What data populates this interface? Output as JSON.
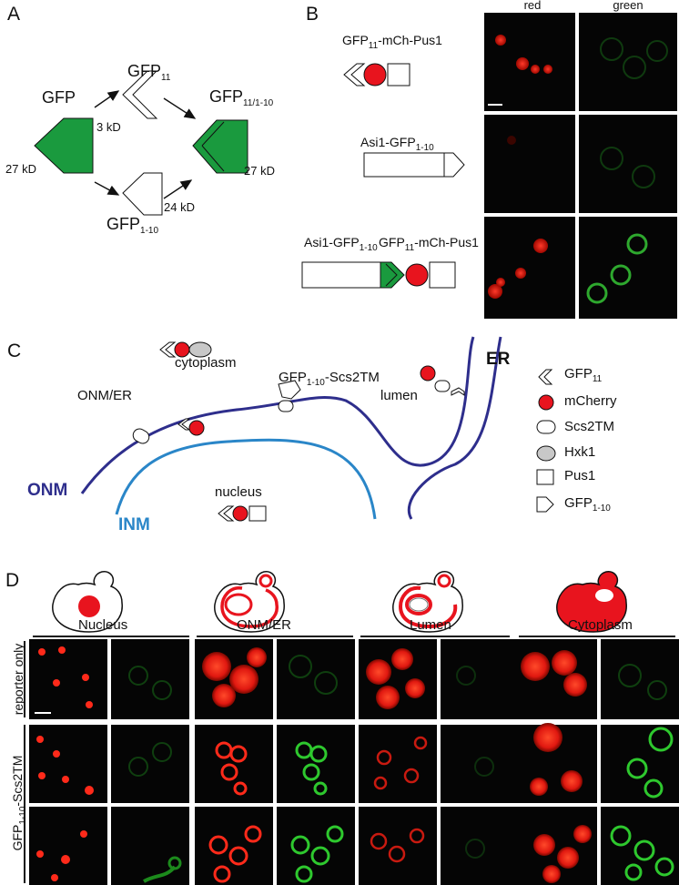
{
  "panels": {
    "a": "A",
    "b": "B",
    "c": "C",
    "d": "D"
  },
  "colors": {
    "gfp_green": "#1a9a3e",
    "mcherry_red": "#e8141e",
    "onm_blue": "#2e2e8c",
    "inm_blue": "#2a86c8",
    "hxk_gray": "#c8c8c8",
    "micro_red": "#ff2a1a",
    "micro_green": "#3ccf3c"
  },
  "panel_a": {
    "gfp_label": "GFP",
    "gfp_kd": "27 kD",
    "gfp11_main": "GFP",
    "gfp11_sub": "11",
    "gfp11_kd": "3 kD",
    "gfp110_main": "GFP",
    "gfp110_sub": "1-10",
    "gfp110_kd": "24 kD",
    "combined_main": "GFP",
    "combined_sub": "11/1-10",
    "combined_kd": "27 kD"
  },
  "panel_b": {
    "col_red": "red",
    "col_green": "green",
    "row1_main": "GFP",
    "row1_sub": "11",
    "row1_rest": "-mCh-Pus1",
    "row2_main": "Asi1-GFP",
    "row2_sub": "1-10",
    "row3a_main": "Asi1-GFP",
    "row3a_sub": "1-10",
    "row3b_main": "GFP",
    "row3b_sub": "11",
    "row3b_rest": "-mCh-Pus1"
  },
  "panel_c": {
    "cytoplasm": "cytoplasm",
    "onm_er": "ONM/ER",
    "scs_main": "GFP",
    "scs_sub": "1-10",
    "scs_rest": "-Scs2TM",
    "lumen": "lumen",
    "er": "ER",
    "onm": "ONM",
    "inm": "INM",
    "nucleus": "nucleus",
    "legend": [
      {
        "icon": "gfp11-chevron-icon",
        "main": "GFP",
        "sub": "11"
      },
      {
        "icon": "mcherry-circle-icon",
        "main": "mCherry",
        "sub": ""
      },
      {
        "icon": "scs2tm-capsule-icon",
        "main": "Scs2TM",
        "sub": ""
      },
      {
        "icon": "hxk1-ellipse-icon",
        "main": "Hxk1",
        "sub": ""
      },
      {
        "icon": "pus1-square-icon",
        "main": "Pus1",
        "sub": ""
      },
      {
        "icon": "gfp110-pentagon-icon",
        "main": "GFP",
        "sub": "1-10"
      }
    ]
  },
  "panel_d": {
    "groups": [
      "Nucleus",
      "ONM/ER",
      "Lumen",
      "Cytoplasm"
    ],
    "row1_label": "reporter only",
    "row2_main": "GFP",
    "row2_sub": "1-10",
    "row2_rest": "-Scs2TM"
  }
}
